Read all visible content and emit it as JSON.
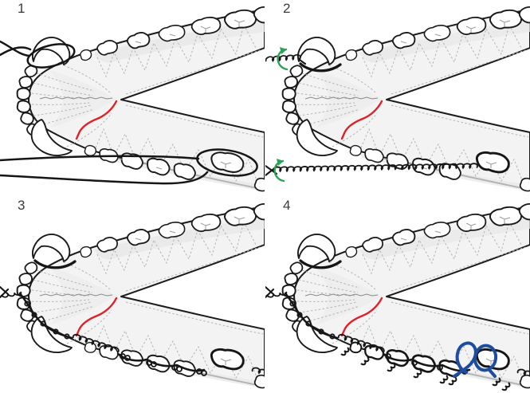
{
  "figure": {
    "type": "surgical-technique-step-illustration",
    "subject": "mandible occlusal view with fracture line and cerclage wire fixation",
    "panels": [
      {
        "number": "1"
      },
      {
        "number": "2"
      },
      {
        "number": "3"
      },
      {
        "number": "4"
      }
    ]
  },
  "icons": [
    {
      "name": "rotation-arrow-icon",
      "shape": "elliptical curved arrow",
      "color": "#2aa258",
      "appears_in_panel": "2",
      "count": 2
    },
    {
      "name": "wire-loop-highlight-icon",
      "shape": "double loop",
      "color": "#1d4da0",
      "appears_in_panel": "4",
      "count": 1
    }
  ],
  "colors": {
    "background": "#ffffff",
    "outline_black": "#1a1a1a",
    "bone_fill": "#f3f3f3",
    "bone_shading": "#e8e8e8",
    "root_detail_gray": "#b4b4b4",
    "fracture_line_red": "#e02128",
    "wire_black": "#161616",
    "rotation_arrow_green": "#2aa258",
    "loop_highlight_blue": "#1d4da0",
    "panel_number_gray": "#3a3a3a"
  }
}
